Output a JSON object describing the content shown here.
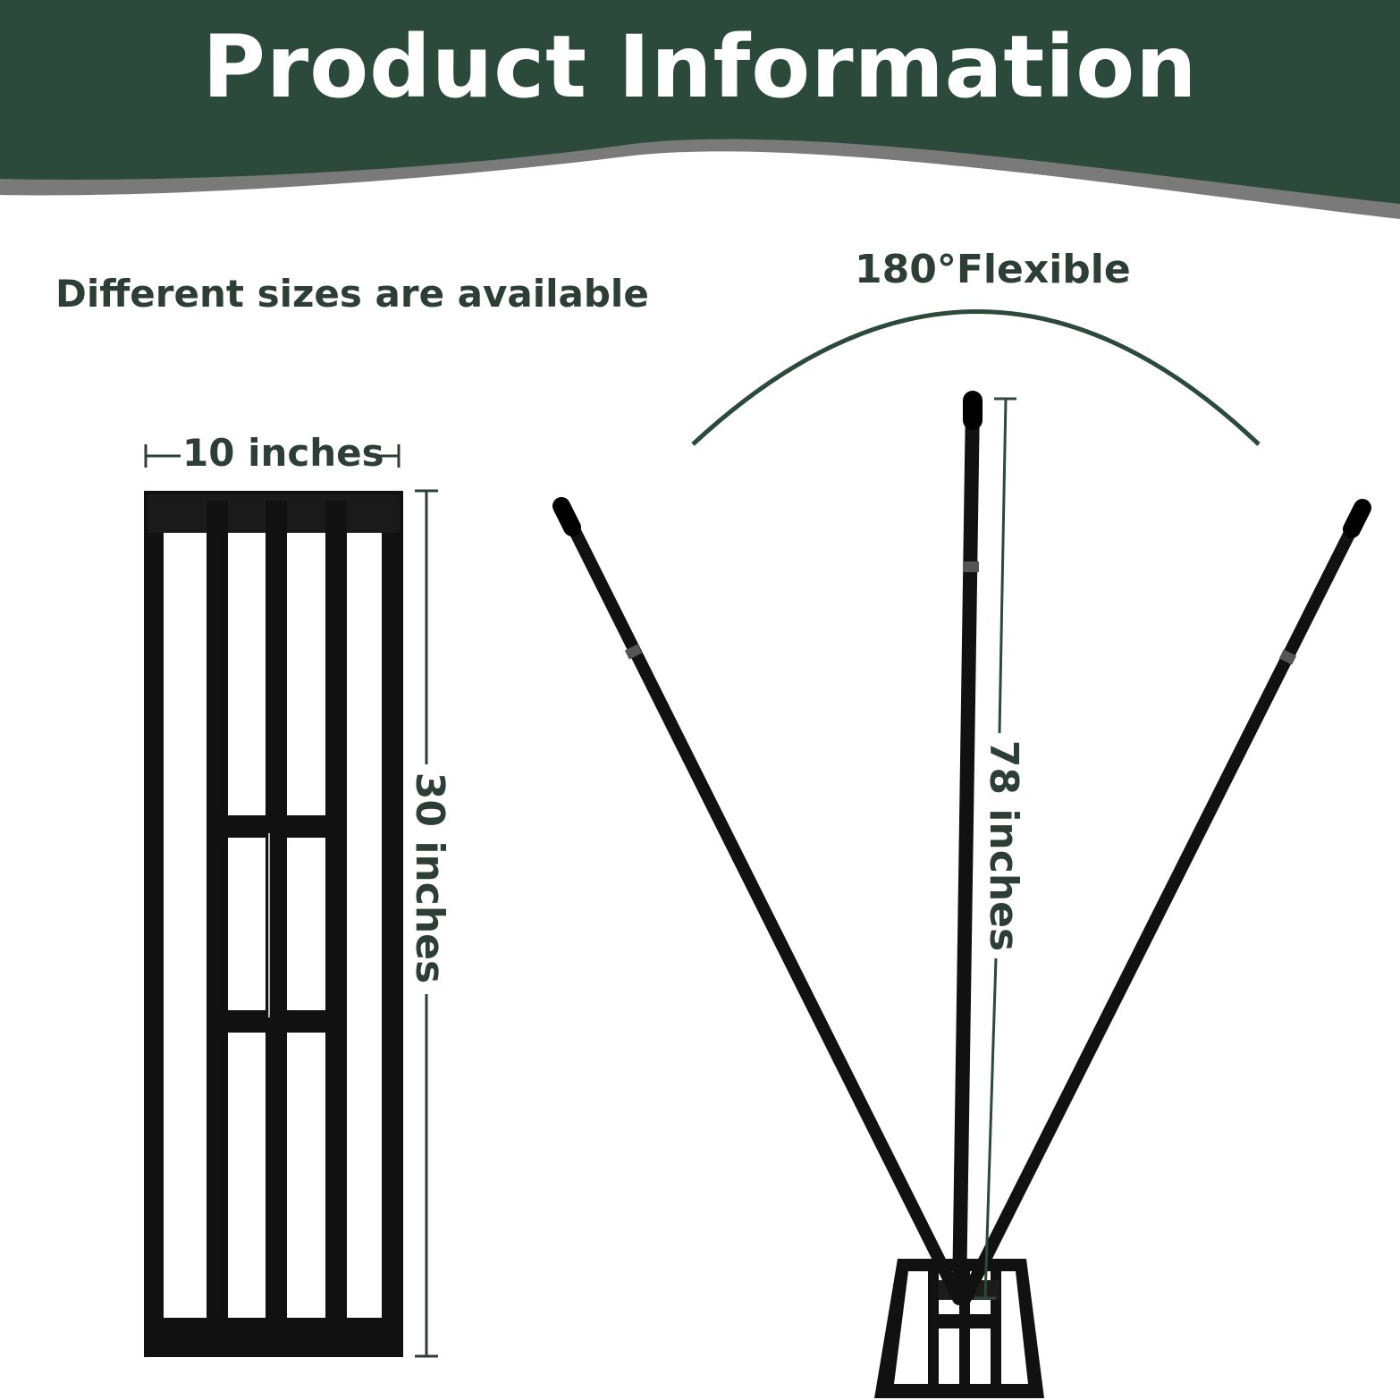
{
  "header": {
    "title": "Product Information",
    "bg_color": "#2c4a3b",
    "wave_color": "#7a7a7a"
  },
  "left_panel": {
    "subtitle": "Different sizes are available",
    "width_label": "10 inches",
    "height_label": "30 inches",
    "icon": "trellis-panel-icon"
  },
  "right_panel": {
    "flex_label": "180°Flexible",
    "height_label": "78 inches",
    "icon": "adjustable-pole-stand-icon"
  },
  "colors": {
    "text": "#2c3e36",
    "accent": "#2c4a3b",
    "metal": "#111111"
  }
}
